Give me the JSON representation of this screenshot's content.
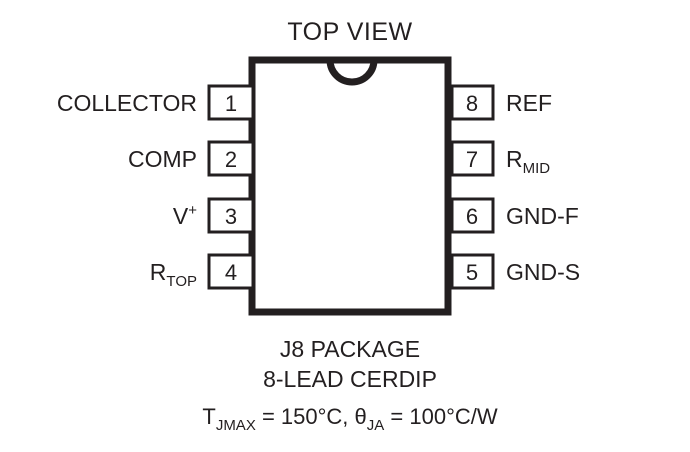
{
  "title": "TOP VIEW",
  "package": {
    "body_label": "package-body",
    "notch_label": "orientation-notch"
  },
  "pins_left": [
    {
      "number": "1",
      "label": "COLLECTOR",
      "sub": "",
      "sup": ""
    },
    {
      "number": "2",
      "label": "COMP",
      "sub": "",
      "sup": ""
    },
    {
      "number": "3",
      "label": "V",
      "sub": "",
      "sup": "+"
    },
    {
      "number": "4",
      "label": "R",
      "sub": "TOP",
      "sup": ""
    }
  ],
  "pins_right": [
    {
      "number": "8",
      "label": "REF",
      "sub": "",
      "sup": ""
    },
    {
      "number": "7",
      "label": "R",
      "sub": "MID",
      "sup": ""
    },
    {
      "number": "6",
      "label": "GND-F",
      "sub": "",
      "sup": ""
    },
    {
      "number": "5",
      "label": "GND-S",
      "sub": "",
      "sup": ""
    }
  ],
  "caption": {
    "line1": "J8 PACKAGE",
    "line2": "8-LEAD CERDIP"
  },
  "thermal": {
    "t_symbol": "T",
    "t_sub": "JMAX",
    "t_value": " = 150°C, ",
    "theta_symbol": "θ",
    "theta_sub": "JA",
    "theta_value": " = 100°C/W"
  },
  "colors": {
    "ink": "#231f20",
    "background": "#ffffff"
  }
}
